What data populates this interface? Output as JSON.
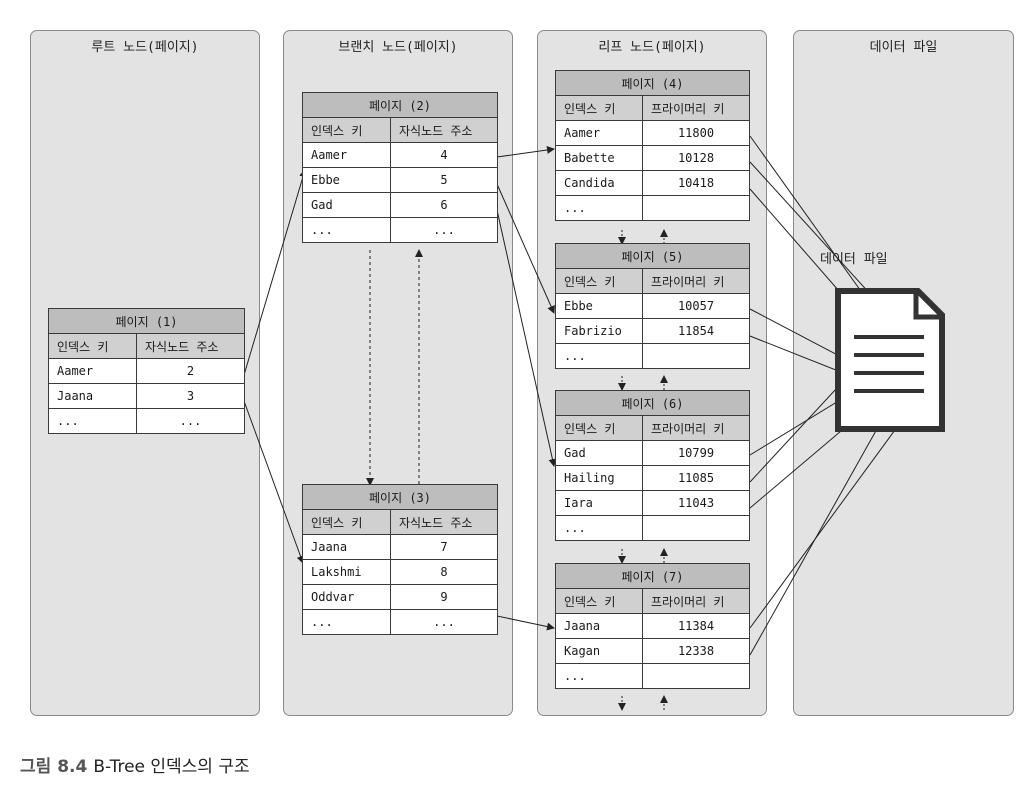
{
  "panels": {
    "root": "루트 노드(페이지)",
    "branch": "브랜치 노드(페이지)",
    "leaf": "리프 노드(페이지)",
    "data": "데이터 파일"
  },
  "data_file_label": "데이터 파일",
  "caption": {
    "number": "그림 8.4",
    "text": "B-Tree 인덱스의 구조"
  },
  "pages": {
    "p1": {
      "title": "페이지 (1)",
      "h1": "인덱스 키",
      "h2": "자식노드 주소",
      "rows": [
        [
          "Aamer",
          "2"
        ],
        [
          "Jaana",
          "3"
        ],
        [
          "...",
          "..."
        ]
      ]
    },
    "p2": {
      "title": "페이지 (2)",
      "h1": "인덱스 키",
      "h2": "자식노드 주소",
      "rows": [
        [
          "Aamer",
          "4"
        ],
        [
          "Ebbe",
          "5"
        ],
        [
          "Gad",
          "6"
        ],
        [
          "...",
          "..."
        ]
      ]
    },
    "p3": {
      "title": "페이지 (3)",
      "h1": "인덱스 키",
      "h2": "자식노드 주소",
      "rows": [
        [
          "Jaana",
          "7"
        ],
        [
          "Lakshmi",
          "8"
        ],
        [
          "Oddvar",
          "9"
        ],
        [
          "...",
          "..."
        ]
      ]
    },
    "p4": {
      "title": "페이지 (4)",
      "h1": "인덱스 키",
      "h2": "프라이머리 키",
      "rows": [
        [
          "Aamer",
          "11800"
        ],
        [
          "Babette",
          "10128"
        ],
        [
          "Candida",
          "10418"
        ],
        [
          "...",
          ""
        ]
      ]
    },
    "p5": {
      "title": "페이지 (5)",
      "h1": "인덱스 키",
      "h2": "프라이머리 키",
      "rows": [
        [
          "Ebbe",
          "10057"
        ],
        [
          "Fabrizio",
          "11854"
        ],
        [
          "...",
          ""
        ]
      ]
    },
    "p6": {
      "title": "페이지 (6)",
      "h1": "인덱스 키",
      "h2": "프라이머리 키",
      "rows": [
        [
          "Gad",
          "10799"
        ],
        [
          "Hailing",
          "11085"
        ],
        [
          "Iara",
          "11043"
        ],
        [
          "...",
          ""
        ]
      ]
    },
    "p7": {
      "title": "페이지 (7)",
      "h1": "인덱스 키",
      "h2": "프라이머리 키",
      "rows": [
        [
          "Jaana",
          "11384"
        ],
        [
          "Kagan",
          "12338"
        ],
        [
          "...",
          ""
        ]
      ]
    }
  }
}
